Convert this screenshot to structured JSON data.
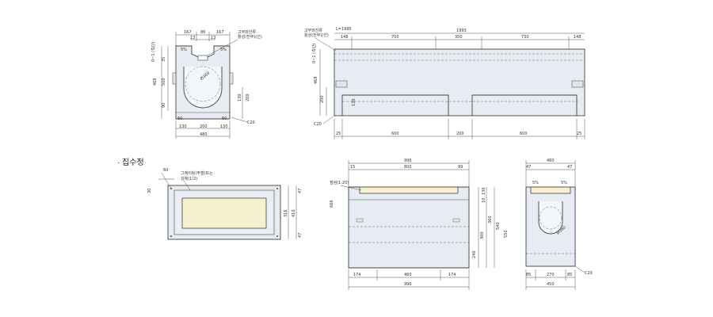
{
  "top_section": {
    "cross_section": {
      "dims_top": [
        "167",
        "86",
        "167"
      ],
      "dims_top2": [
        "13",
        "13"
      ],
      "left_dims": [
        "0~1 (측단)",
        "35",
        "500",
        "90",
        "468"
      ],
      "label_grate": [
        "고무와잔류",
        "활성(전부)(선)"
      ],
      "dia_label": "Ø360",
      "slope": "5%",
      "right_dims": [
        "130",
        "200"
      ],
      "bottom_dims": [
        "60",
        "60"
      ],
      "bottom_dims2": [
        "130",
        "200",
        "130"
      ],
      "total_width": "480",
      "corner_label": "C20"
    },
    "side_view": {
      "length_label": "L=1995",
      "total_length": "1993",
      "top_dims": [
        "148",
        "700",
        "300",
        "730",
        "148"
      ],
      "label_grate": [
        "고무와잔류",
        "활성(전부)(선)"
      ],
      "left_dims": [
        "0~1 (측단)",
        "468",
        "200"
      ],
      "inner_dim": "130",
      "corner_label": "C20",
      "bottom_dims": [
        "25",
        "600",
        "200",
        "600",
        "25"
      ]
    }
  },
  "section_title": "· 집수정",
  "bottom_section": {
    "plan_view": {
      "top_dim": "60",
      "left_dim": "30",
      "note": [
        "그레이팅(주철)또는",
        "강제(1/2)"
      ],
      "right_dims": [
        "47",
        "316",
        "410",
        "47"
      ]
    },
    "front_view": {
      "total_width": "996",
      "top_dims": [
        "15",
        "800",
        "99"
      ],
      "label": "점검(1:20)",
      "dim_left": "666",
      "right_dims": [
        "130",
        "10",
        "360",
        "540",
        "240",
        "300",
        "550"
      ],
      "bottom_dims": [
        "174",
        "460",
        "174"
      ],
      "total_bottom": "996"
    },
    "end_view": {
      "total_width": "480",
      "top_dims": [
        "47",
        "47"
      ],
      "small_dims": [
        "5%",
        "5%"
      ],
      "dia_label": "Ø360",
      "bottom_dims": [
        "85",
        "270",
        "85"
      ],
      "total_bottom": "450",
      "corner_label": "C20"
    }
  }
}
